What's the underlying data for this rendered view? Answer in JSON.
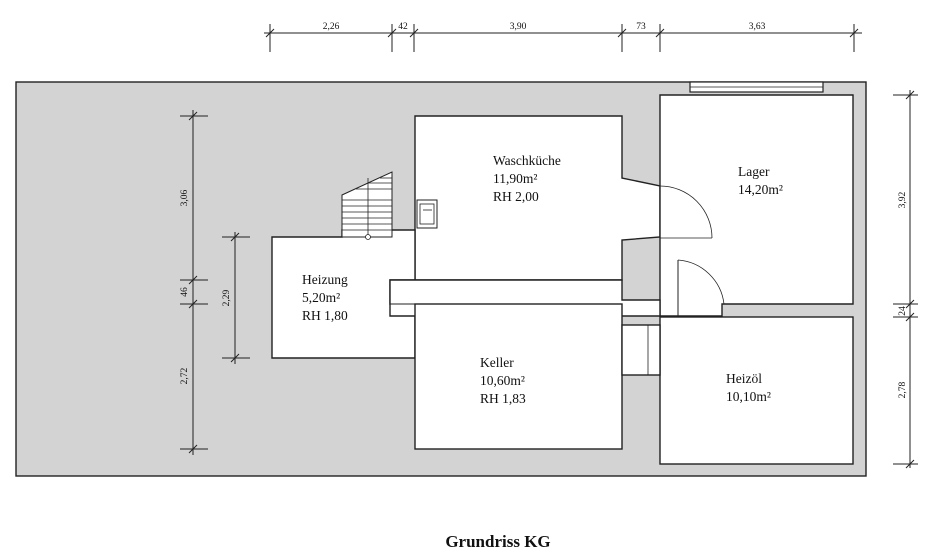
{
  "title": "Grundriss KG",
  "dimensions": {
    "top": [
      "2,26",
      "42",
      "3,90",
      "73",
      "3,63"
    ],
    "right": [
      "3,92",
      "24",
      "2,78"
    ],
    "left_outer": [
      "3,06",
      "46",
      "2,72"
    ],
    "left_inner": [
      "2,29"
    ]
  },
  "rooms": {
    "waschkueche": {
      "name": "Waschküche",
      "area": "11,90m²",
      "height": "RH 2,00"
    },
    "lager": {
      "name": "Lager",
      "area": "14,20m²"
    },
    "heizung": {
      "name": "Heizung",
      "area": "5,20m²",
      "height": "RH 1,80"
    },
    "keller": {
      "name": "Keller",
      "area": "10,60m²",
      "height": "RH 1,83"
    },
    "heizoel": {
      "name": "Heizöl",
      "area": "10,10m²"
    }
  }
}
